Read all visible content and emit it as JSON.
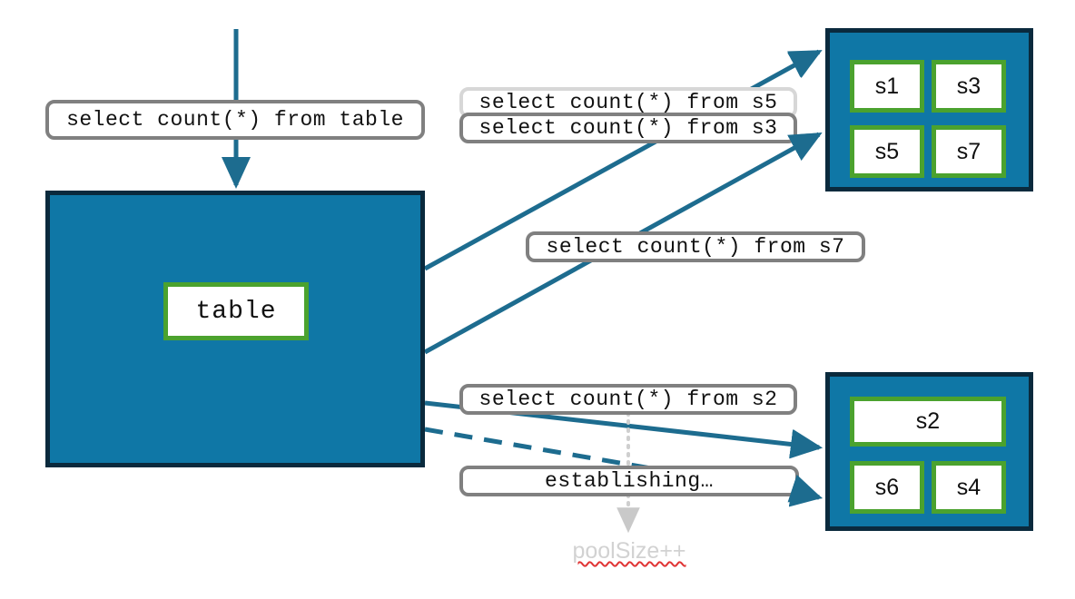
{
  "diagram": {
    "title": "connection pool query routing",
    "colors": {
      "node_fill": "#0f77a6",
      "node_border": "#0a2a3d",
      "chip_border": "#4ba22e",
      "label_border": "#808080",
      "label_border_faded": "#d7d7d7",
      "arrow": "#1d6c8f",
      "muted_text": "#d2d2d2",
      "spellcheck_underline": "#e03434"
    }
  },
  "source": {
    "query_label": "select count(*) from table",
    "node_label": "table"
  },
  "pool_top": {
    "servers": [
      {
        "id": "s1",
        "label": "s1"
      },
      {
        "id": "s3",
        "label": "s3"
      },
      {
        "id": "s5",
        "label": "s5"
      },
      {
        "id": "s7",
        "label": "s7"
      }
    ]
  },
  "pool_bottom": {
    "servers": [
      {
        "id": "s2",
        "label": "s2"
      },
      {
        "id": "s6",
        "label": "s6"
      },
      {
        "id": "s4",
        "label": "s4"
      }
    ]
  },
  "queries": [
    {
      "id": "s5",
      "label": "select count(*) from s5",
      "state": "faded"
    },
    {
      "id": "s3",
      "label": "select count(*) from s3",
      "state": "active"
    },
    {
      "id": "s7",
      "label": "select count(*) from s7",
      "state": "active"
    },
    {
      "id": "s2",
      "label": "select count(*) from s2",
      "state": "active"
    }
  ],
  "status": {
    "establishing_label": "establishing…",
    "pool_size_label": "poolSize++"
  }
}
